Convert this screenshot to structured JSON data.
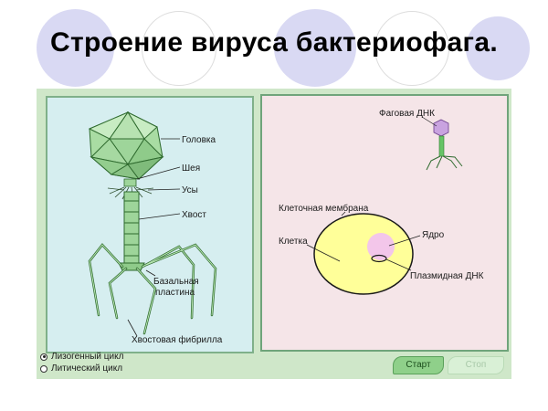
{
  "title": "Строение вируса бактериофага.",
  "phage_labels": {
    "head": "Головка",
    "neck": "Шея",
    "whiskers": "Усы",
    "tail": "Хвост",
    "base_plate_1": "Базальная",
    "base_plate_2": "пластина",
    "tail_fiber": "Хвостовая фибрилла"
  },
  "cell_labels": {
    "phage_dna": "Фаговая ДНК",
    "membrane": "Клеточная мембрана",
    "cell": "Клетка",
    "nucleus": "Ядро",
    "plasmid": "Плазмидная ДНК"
  },
  "controls": {
    "lysogenic": "Лизогенный цикл",
    "lytic": "Литический цикл",
    "selected": "lysogenic",
    "start_label": "Старт",
    "stop_label": "Стоп"
  },
  "colors": {
    "frame": "#cfe7c9",
    "left_panel": "#d6eef0",
    "right_panel": "#f5e5e8",
    "phage_green": "#9ed59a",
    "cell_yellow": "#ffff99",
    "nucleus_pink": "#f3c6ea",
    "phage_purple": "#c9a3e0"
  },
  "icons": {
    "selected_radio": "radio-checked-icon",
    "unselected_radio": "radio-empty-icon"
  }
}
